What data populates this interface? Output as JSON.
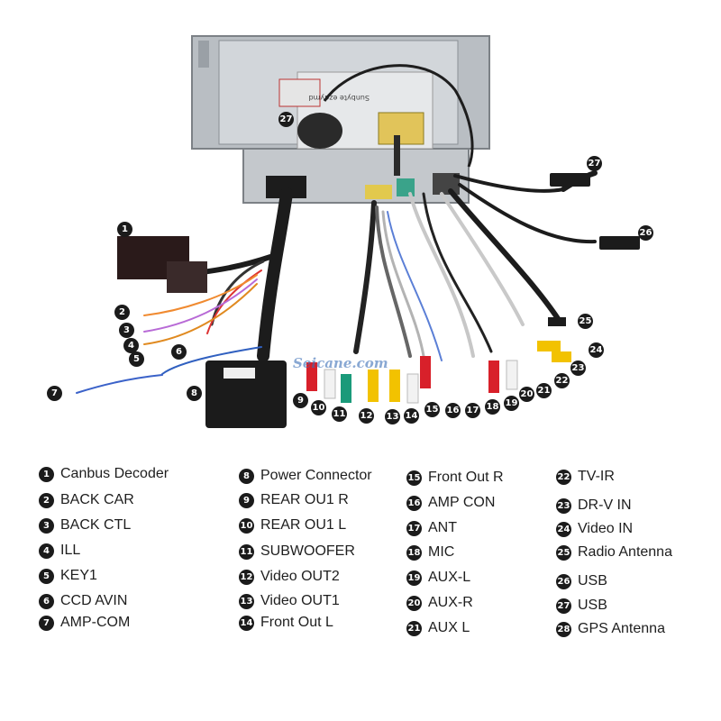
{
  "watermark": "Seicane.com",
  "unit_label_top": "Sunbyte ezdymd",
  "legend": [
    {
      "n": "1",
      "label": "Canbus Decoder"
    },
    {
      "n": "2",
      "label": "BACK CAR"
    },
    {
      "n": "3",
      "label": "BACK CTL"
    },
    {
      "n": "4",
      "label": "ILL"
    },
    {
      "n": "5",
      "label": "KEY1"
    },
    {
      "n": "6",
      "label": "CCD AVIN"
    },
    {
      "n": "7",
      "label": "AMP-COM"
    },
    {
      "n": "8",
      "label": "Power Connector"
    },
    {
      "n": "9",
      "label": "REAR OU1 R"
    },
    {
      "n": "10",
      "label": "REAR OU1 L"
    },
    {
      "n": "11",
      "label": "SUBWOOFER"
    },
    {
      "n": "12",
      "label": "Video OUT2"
    },
    {
      "n": "13",
      "label": "Video OUT1"
    },
    {
      "n": "14",
      "label": "Front Out L"
    },
    {
      "n": "15",
      "label": "Front Out R"
    },
    {
      "n": "16",
      "label": "AMP CON"
    },
    {
      "n": "17",
      "label": "ANT"
    },
    {
      "n": "18",
      "label": "MIC"
    },
    {
      "n": "19",
      "label": "AUX-L"
    },
    {
      "n": "20",
      "label": "AUX-R"
    },
    {
      "n": "21",
      "label": "AUX L"
    },
    {
      "n": "22",
      "label": "TV-IR"
    },
    {
      "n": "23",
      "label": "DR-V IN"
    },
    {
      "n": "24",
      "label": "Video IN"
    },
    {
      "n": "25",
      "label": "Radio Antenna"
    },
    {
      "n": "26",
      "label": "USB"
    },
    {
      "n": "27",
      "label": "USB"
    },
    {
      "n": "28",
      "label": "GPS Antenna"
    }
  ],
  "diagram_markers": [
    "1",
    "2",
    "3",
    "4",
    "5",
    "6",
    "7",
    "8",
    "9",
    "10",
    "11",
    "12",
    "13",
    "14",
    "15",
    "16",
    "17",
    "18",
    "19",
    "20",
    "21",
    "22",
    "23",
    "24",
    "25",
    "26",
    "27",
    "27"
  ],
  "colors": {
    "red": "#d8202a",
    "white": "#f2f2f2",
    "yellow": "#f2c200",
    "green": "#1a9a7a",
    "black": "#222222",
    "unit": "#c9cdd1"
  }
}
